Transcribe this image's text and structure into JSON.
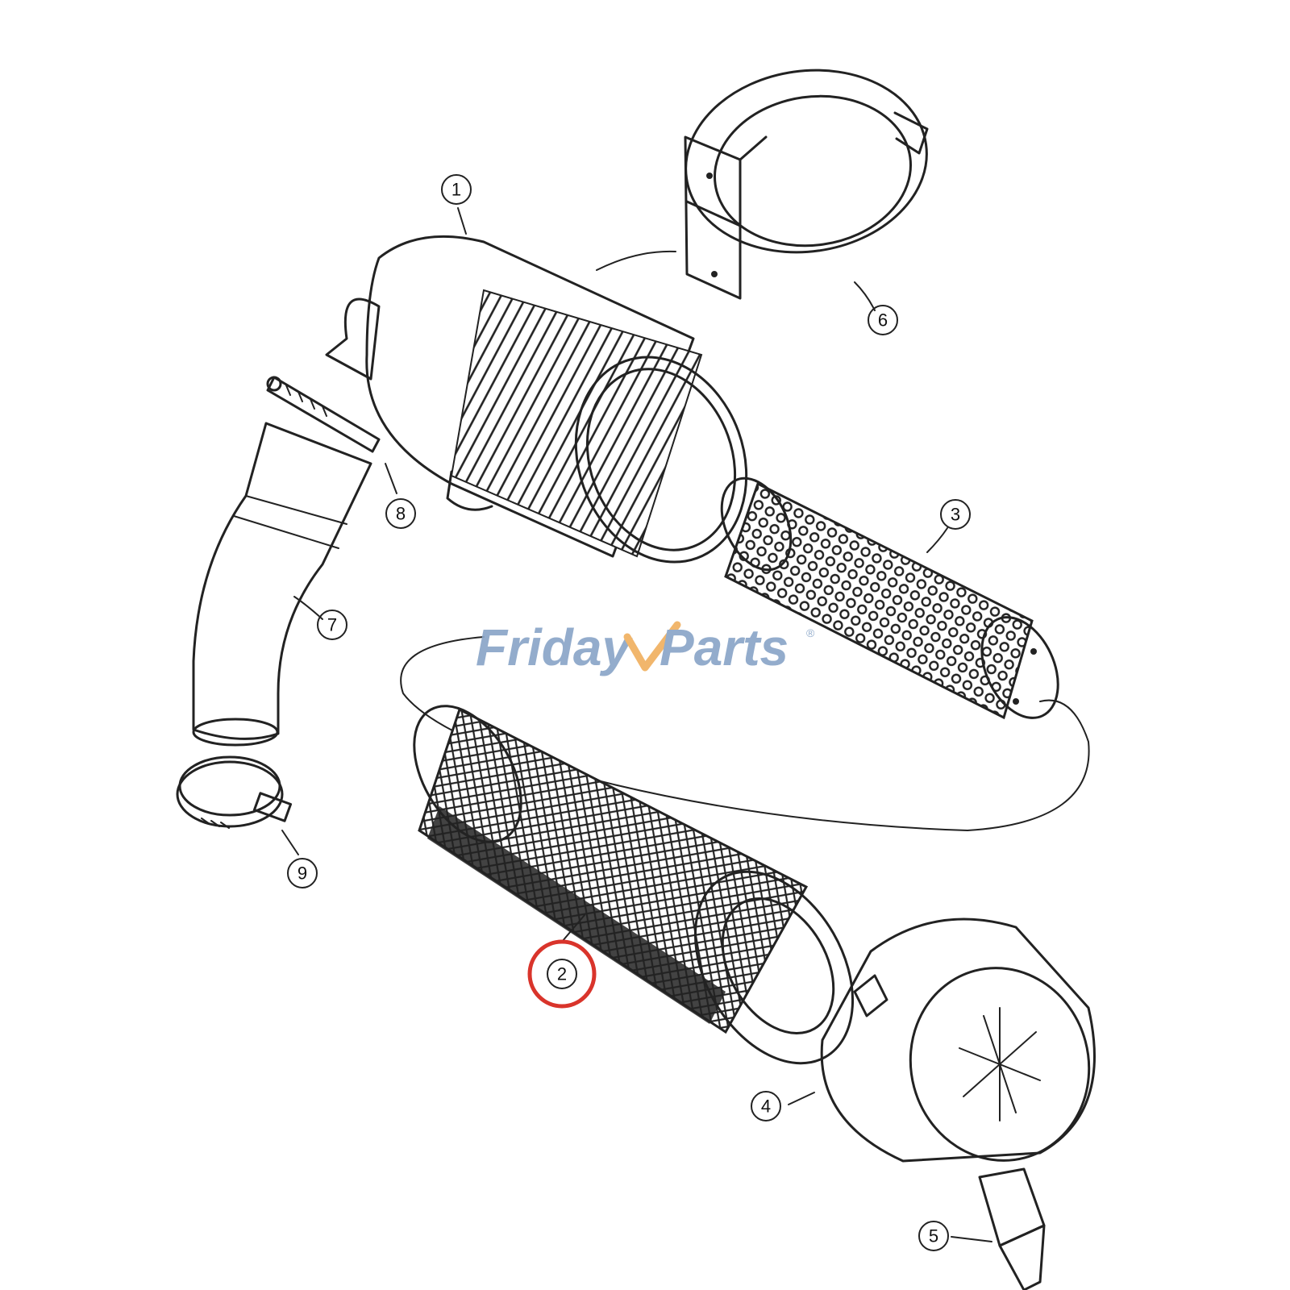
{
  "watermark": {
    "brand_part1": "Friday",
    "brand_part2": "Parts",
    "registered_mark": "®",
    "color_main": "#8aa6c8",
    "color_accent": "#f0b060"
  },
  "highlight": {
    "target_callout": "2",
    "color": "#d9342b"
  },
  "callouts": [
    {
      "id": "callout-1",
      "label": "1"
    },
    {
      "id": "callout-2",
      "label": "2"
    },
    {
      "id": "callout-3",
      "label": "3"
    },
    {
      "id": "callout-4",
      "label": "4"
    },
    {
      "id": "callout-5",
      "label": "5"
    },
    {
      "id": "callout-6",
      "label": "6"
    },
    {
      "id": "callout-7",
      "label": "7"
    },
    {
      "id": "callout-8",
      "label": "8"
    },
    {
      "id": "callout-9",
      "label": "9"
    }
  ]
}
